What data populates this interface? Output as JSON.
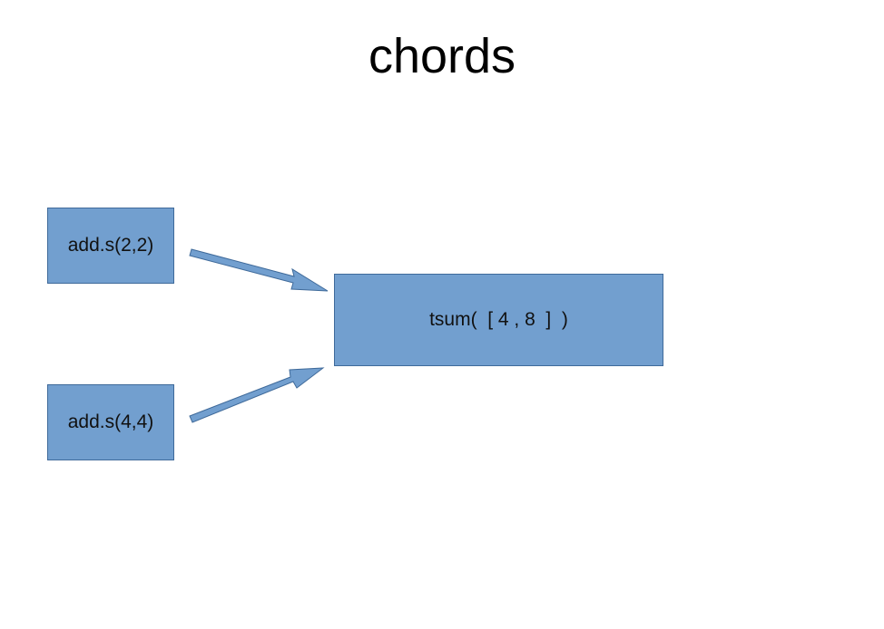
{
  "slide": {
    "title": "chords"
  },
  "boxes": {
    "add_first": "add.s(2,2)",
    "add_second": "add.s(4,4)",
    "callback": "tsum(  [ 4 , 8  ]  )"
  },
  "colors": {
    "box_fill": "#729fcf",
    "box_border": "#3f6a9a",
    "arrow_fill": "#729fcf",
    "arrow_border": "#3f6a9a"
  }
}
